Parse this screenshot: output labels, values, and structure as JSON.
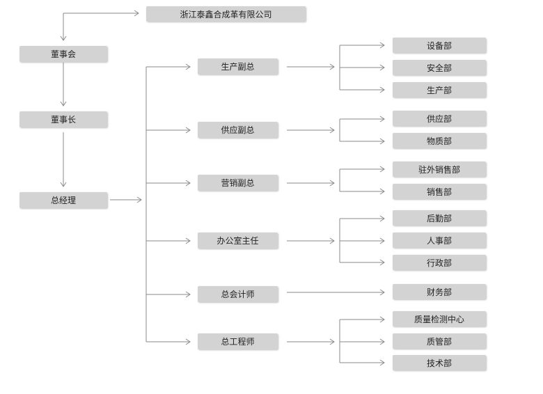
{
  "company": "浙江泰鑫合成革有限公司",
  "board": "董事会",
  "chairman": "董事长",
  "general_manager": "总经理",
  "divisions": [
    {
      "name": "生产副总",
      "departments": [
        "设备部",
        "安全部",
        "生产部"
      ]
    },
    {
      "name": "供应副总",
      "departments": [
        "供应部",
        "物质部"
      ]
    },
    {
      "name": "营销副总",
      "departments": [
        "驻外销售部",
        "销售部"
      ]
    },
    {
      "name": "办公室主任",
      "departments": [
        "后勤部",
        "人事部",
        "行政部"
      ]
    },
    {
      "name": "总会计师",
      "departments": [
        "财务部"
      ]
    },
    {
      "name": "总工程师",
      "departments": [
        "质量检测中心",
        "质管部",
        "技术部"
      ]
    }
  ],
  "colors": {
    "box": "#d3d3d3",
    "line": "#8a8a8a",
    "text": "#222222"
  }
}
